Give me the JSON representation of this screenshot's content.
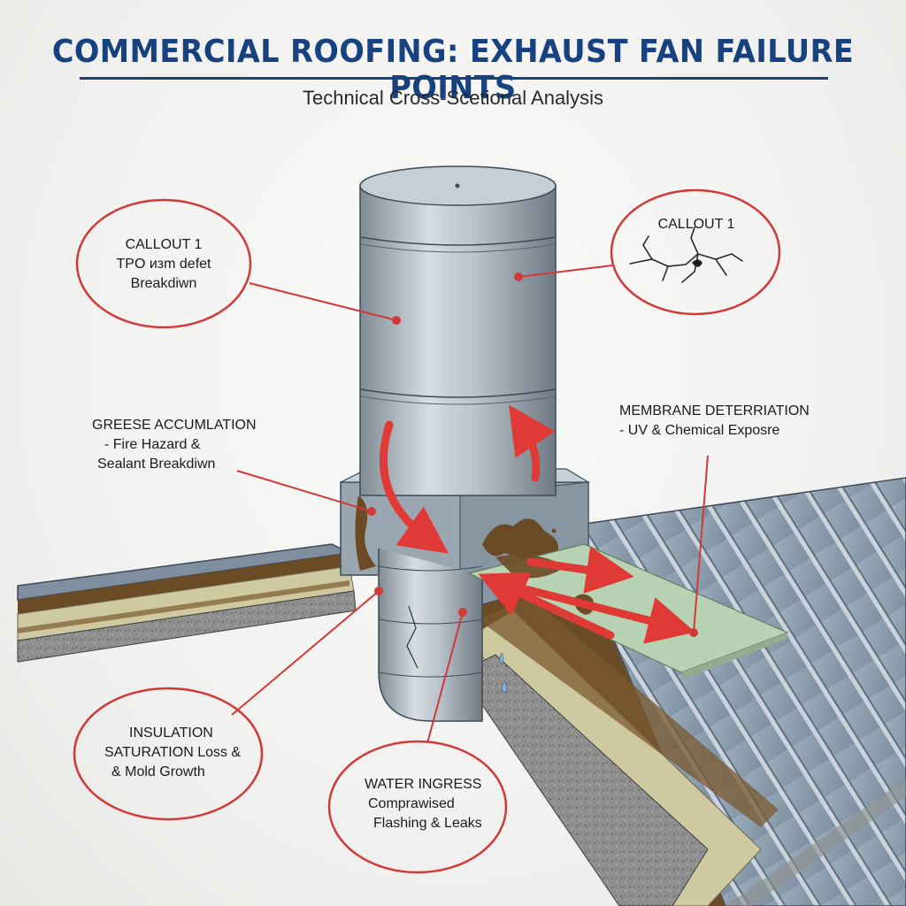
{
  "title": "COMMERCIAL ROOFING: EXHAUST FAN FAILURE POINTS",
  "subtitle": "Technical Cross-Scetional Analysis",
  "callouts": {
    "tpo": {
      "line1": "CALLOUT 1",
      "line2": "TPO изm defet",
      "line3": "Breakdiwn"
    },
    "crack": {
      "line1": "CALLOUT 1"
    },
    "grease": {
      "line1": "GREESE ACCUMLATION",
      "line2": "- Fire Hazard &",
      "line3": "Sealant Breakdiwn"
    },
    "membrane": {
      "line1": "MEMBRANE DETERRIATION",
      "line2": "- UV & Chemical Exposre"
    },
    "insulation": {
      "line1": "INSULATION",
      "line2": "SATURATION  Loss &",
      "line3": "& Mold Growth"
    },
    "water": {
      "line1": "WATER INGRESS",
      "line2": "Comprawised",
      "line3": "Flashing & Leaks"
    }
  },
  "colors": {
    "title": "#17417f",
    "callout_ring": "#d23a3a",
    "leader": "#d23a3a",
    "arrow": "#e03a36",
    "metal": "#a9b4bd",
    "grease": "#6b4a26",
    "membrane_patch": "#b8d2b4"
  },
  "icons": [
    "exhaust-fan-duct",
    "crack-icon",
    "airflow-arrow",
    "water-drip-icon"
  ]
}
